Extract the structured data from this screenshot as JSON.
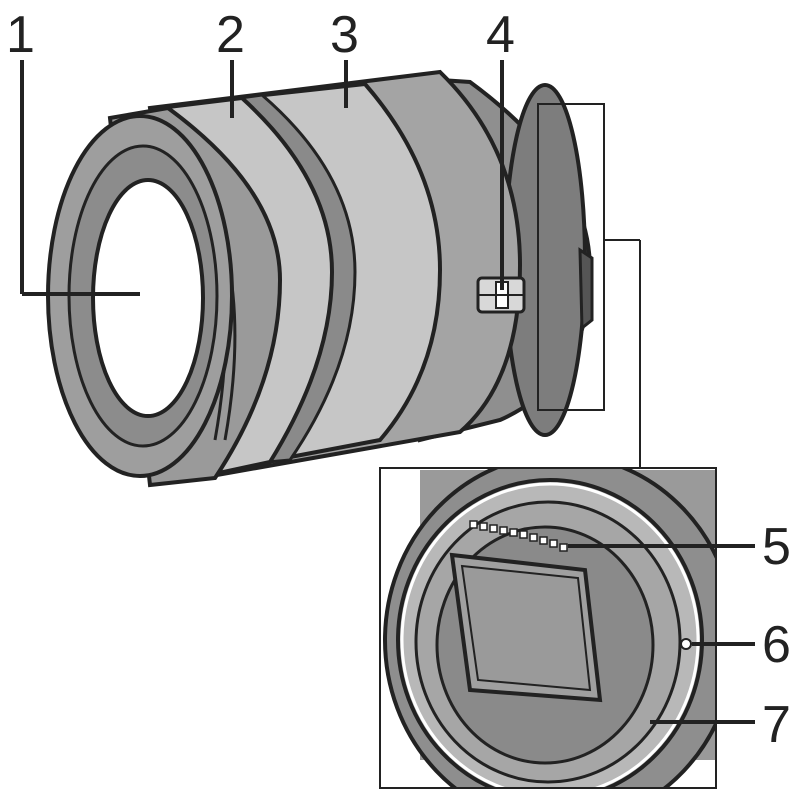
{
  "callouts": [
    {
      "id": "1",
      "label": "1"
    },
    {
      "id": "2",
      "label": "2"
    },
    {
      "id": "3",
      "label": "3"
    },
    {
      "id": "4",
      "label": "4"
    },
    {
      "id": "5",
      "label": "5"
    },
    {
      "id": "6",
      "label": "6"
    },
    {
      "id": "7",
      "label": "7"
    }
  ],
  "colors": {
    "outline": "#222222",
    "body_dark": "#8f8f8f",
    "body_mid": "#a4a4a4",
    "ring_light": "#c6c6c6",
    "glass": "#ffffff",
    "mount_shadow": "#9a9a9a"
  },
  "icons": {
    "switch": "focus-switch-icon",
    "contacts": "contact-pins-icon",
    "mark": "mount-mark-icon"
  }
}
